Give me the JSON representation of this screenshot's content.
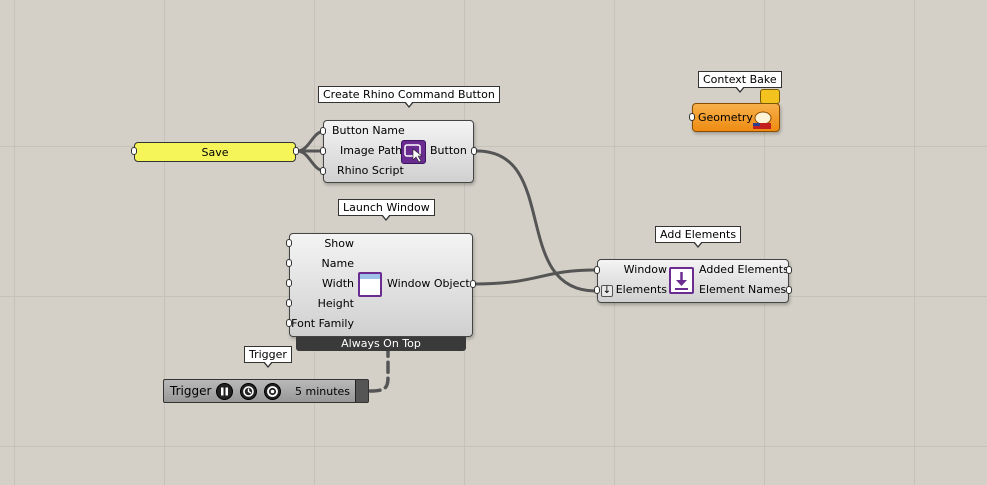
{
  "colors": {
    "canvas": "#d4d0c8",
    "panel_yellow": "#f5f55a",
    "geometry_orange": "#f39a1e",
    "icon_purple": "#6a2c91",
    "wire": "#555555"
  },
  "tags": {
    "create_rhino_command_button": "Create Rhino Command Button",
    "launch_window": "Launch Window",
    "context_bake": "Context Bake",
    "add_elements": "Add Elements",
    "trigger": "Trigger"
  },
  "save_panel": {
    "label": "Save"
  },
  "create_button": {
    "inputs": [
      "Button Name",
      "Image Path",
      "Rhino Script"
    ],
    "output": "Button",
    "icon": "pointer-button-icon"
  },
  "launch_window": {
    "inputs": [
      "Show",
      "Name",
      "Width",
      "Height",
      "Font Family"
    ],
    "output": "Window Object",
    "footer": "Always On Top",
    "icon": "window-icon"
  },
  "add_elements": {
    "inputs": [
      "Window",
      "Elements"
    ],
    "outputs": [
      "Added Elements",
      "Element Names"
    ],
    "icon": "add-elements-icon"
  },
  "context_bake": {
    "input": "Geometry",
    "icon": "bake-icon"
  },
  "trigger": {
    "label": "Trigger",
    "interval": "5 minutes"
  }
}
